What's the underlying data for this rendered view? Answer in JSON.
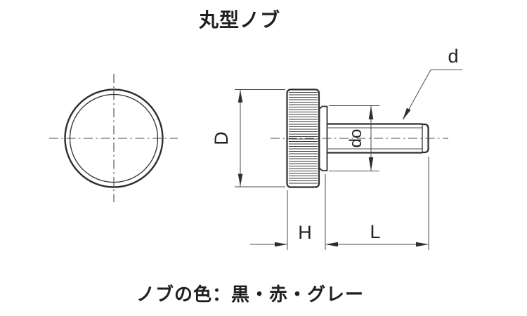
{
  "title": "丸型ノブ",
  "drawing": {
    "dimension_labels": {
      "knob_diameter": "D",
      "hub_diameter": "do",
      "thread_diameter": "d",
      "knob_height": "H",
      "thread_length": "L"
    }
  },
  "footer": {
    "color_note": "ノブの色：黒・赤・グレー"
  },
  "colors": {
    "line": "#2e2e2e",
    "dimension_line": "#4a4a4a",
    "text": "#1f1f1f",
    "background": "#ffffff"
  }
}
